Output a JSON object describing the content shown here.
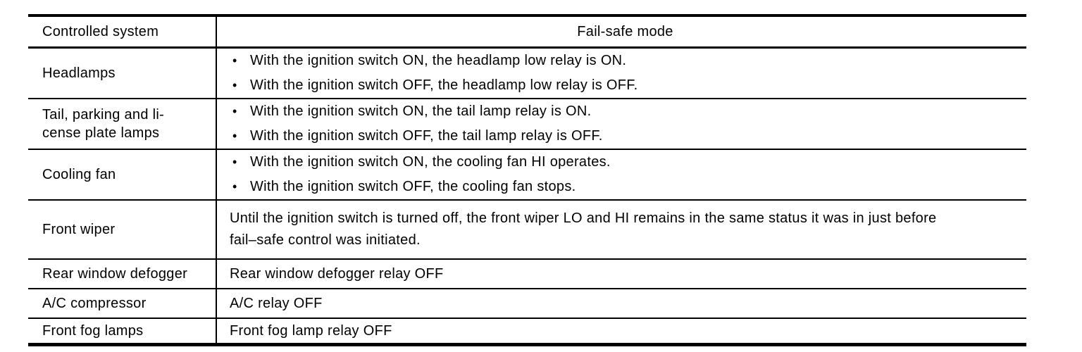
{
  "table": {
    "bullet_char": "•",
    "headers": [
      "Controlled system",
      "Fail-safe mode"
    ],
    "rows": [
      {
        "system": "Headlamps",
        "bullets": [
          "With the ignition switch ON, the headlamp low relay is ON.",
          "With the ignition switch OFF, the headlamp low relay is OFF."
        ]
      },
      {
        "system": "Tail, parking and li-\ncense plate lamps",
        "bullets": [
          "With the ignition switch ON, the tail lamp relay is ON.",
          "With the ignition switch OFF, the tail lamp relay is OFF."
        ]
      },
      {
        "system": "Cooling fan",
        "bullets": [
          "With the ignition switch ON, the cooling fan HI operates.",
          "With the ignition switch OFF, the cooling fan stops."
        ]
      },
      {
        "system": "Front wiper",
        "text": "Until the ignition switch is turned off, the front wiper LO and HI remains in the same status it was in just before\nfail–safe control was initiated."
      },
      {
        "system": "Rear window defogger",
        "text": "Rear window defogger relay OFF"
      },
      {
        "system": "A/C compressor",
        "text": "A/C relay OFF"
      },
      {
        "system": "Front fog lamps",
        "text": "Front fog lamp relay OFF"
      }
    ]
  }
}
